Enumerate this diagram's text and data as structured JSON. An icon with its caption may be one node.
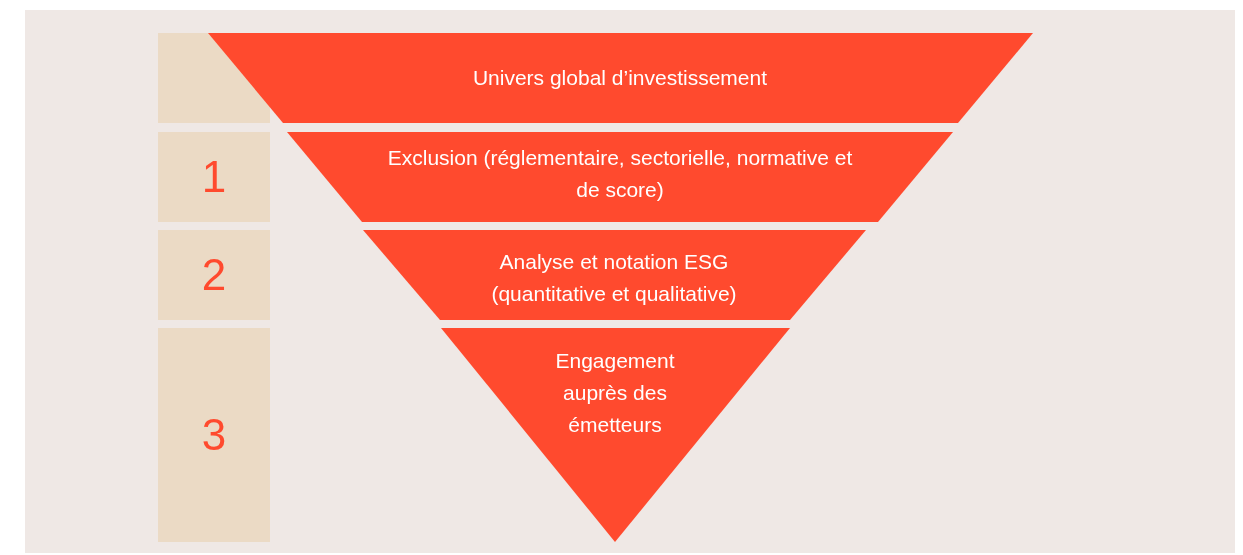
{
  "diagram": {
    "nodes": [
      {
        "text": [],
        "shape": "box"
      },
      {
        "text": [
          "Univers global d’investissement"
        ]
      },
      {
        "text": [
          "1"
        ]
      },
      {
        "text": [
          "Exclusion (réglementaire, sectorielle, normative et de score)"
        ]
      },
      {
        "text": [
          "2"
        ]
      },
      {
        "text": [
          "Analyse et notation ESG (quantitative et qualitative)"
        ]
      },
      {
        "text": [
          "3"
        ]
      },
      {
        "text": [
          "Engagement auprès des émetteurs"
        ]
      }
    ]
  }
}
